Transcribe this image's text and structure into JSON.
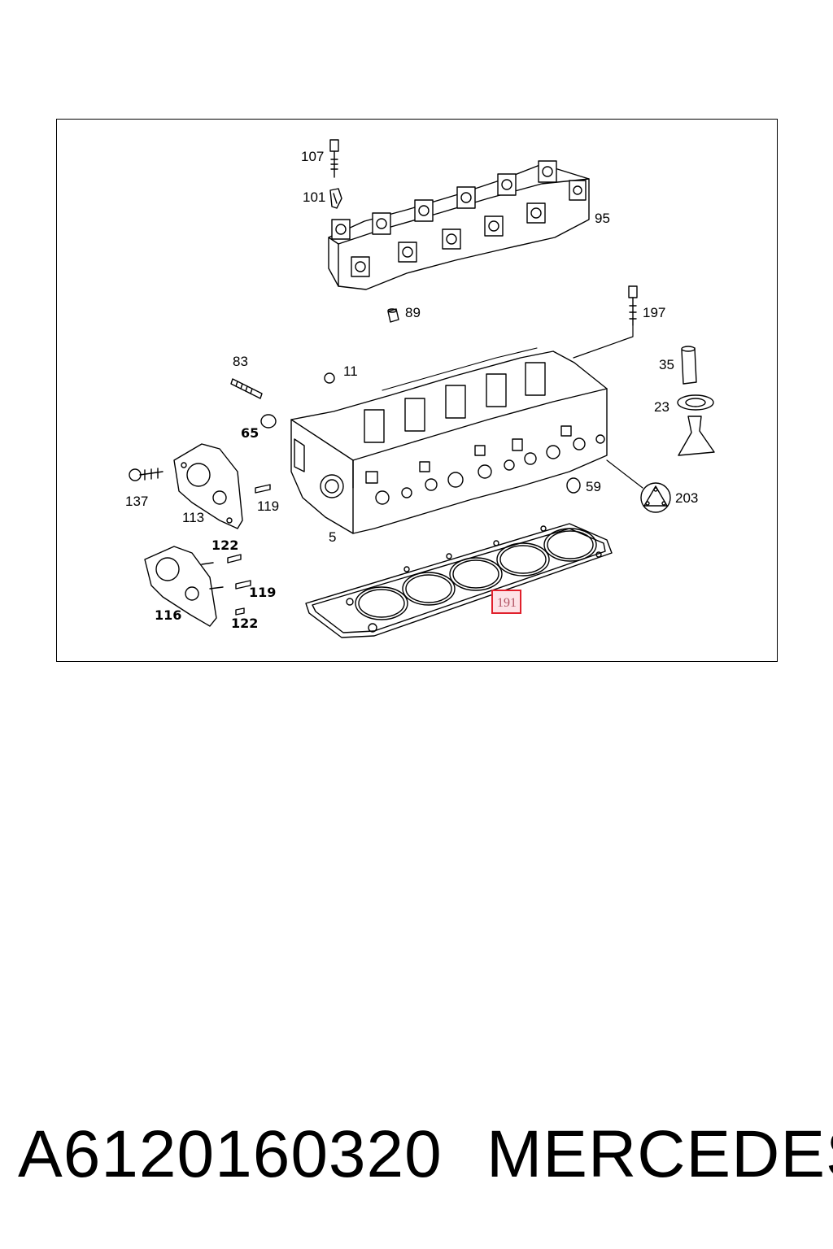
{
  "diagram": {
    "callouts": {
      "c107": "107",
      "c101": "101",
      "c95": "95",
      "c89": "89",
      "c197": "197",
      "c83": "83",
      "c11": "11",
      "c35": "35",
      "c23": "23",
      "c65": "65",
      "c137": "137",
      "c113": "113",
      "c119a": "119",
      "c59": "59",
      "c203": "203",
      "c5": "5",
      "c122a": "122",
      "c119b": "119",
      "c116": "116",
      "c122b": "122",
      "c191": "191"
    },
    "highlighted_part": "191",
    "highlight_color": "#e0202c"
  },
  "footer": {
    "part_number": "A6120160320",
    "brand": "MERCEDES"
  }
}
